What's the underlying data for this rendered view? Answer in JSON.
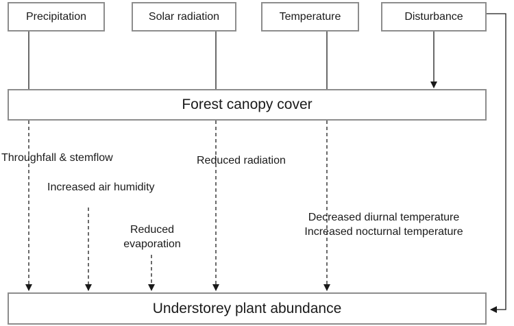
{
  "factors": {
    "precipitation": "Precipitation",
    "solar_radiation": "Solar radiation",
    "temperature": "Temperature",
    "disturbance": "Disturbance"
  },
  "canopy": "Forest canopy cover",
  "understorey": "Understorey plant abundance",
  "effects": {
    "throughfall": "Throughfall & stemflow",
    "humidity": "Increased air humidity",
    "evaporation_line1": "Reduced",
    "evaporation_line2": "evaporation",
    "radiation": "Reduced radiation",
    "diurnal": "Decreased diurnal temperature",
    "nocturnal": "Increased nocturnal temperature"
  },
  "colors": {
    "box_border": "#8c8c8c",
    "line": "#1a1a1a"
  }
}
